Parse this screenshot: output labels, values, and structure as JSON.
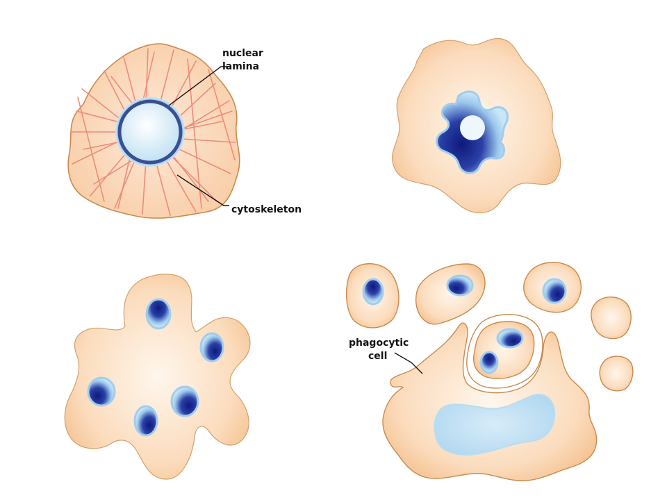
{
  "labels": {
    "nuclear_lamina_line1": "nuclear",
    "nuclear_lamina_line2": "lamina",
    "cytoskeleton": "cytoskeleton",
    "phagocytic_line1": "phagocytic",
    "phagocytic_line2": "cell"
  },
  "colors": {
    "cytoplasm_edge": "#f2c08c",
    "cytoplasm_center": "#fff3e6",
    "outline": "#c88a4e",
    "filament": "#f08a7a",
    "nucleus_light": "#e6f3fb",
    "nucleus_blue": "#b3d9f0",
    "nucleus_dark": "#1a2a8a",
    "lamina_ring": "#3a4f93"
  }
}
